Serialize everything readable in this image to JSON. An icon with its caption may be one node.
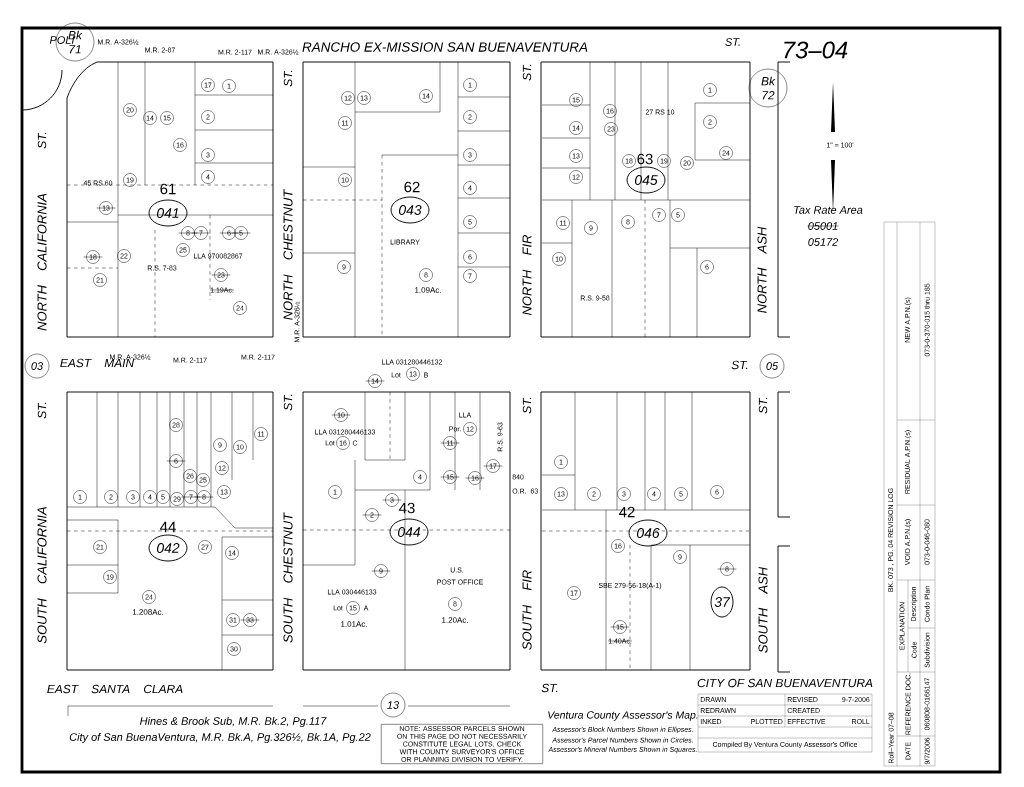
{
  "diagram": {
    "title": "RANCHO EX-MISSION SAN BUENAVENTURA",
    "nodes": [
      {
        "text": [
          "Bk 71"
        ]
      },
      {
        "text": [
          "Bk 72"
        ]
      },
      {
        "text": [
          "041"
        ],
        "beside": [
          "61"
        ]
      },
      {
        "text": [
          "20"
        ]
      },
      {
        "text": [
          "14"
        ]
      },
      {
        "text": [
          "15"
        ]
      },
      {
        "text": [
          "16"
        ]
      },
      {
        "text": [
          "17"
        ]
      },
      {
        "text": [
          "1"
        ]
      },
      {
        "text": [
          "2"
        ]
      },
      {
        "text": [
          "3"
        ]
      },
      {
        "text": [
          "4"
        ]
      },
      {
        "text": [
          "19"
        ]
      },
      {
        "text": [
          "13"
        ]
      },
      {
        "text": [
          "18"
        ]
      },
      {
        "text": [
          "22"
        ]
      },
      {
        "text": [
          "21"
        ]
      },
      {
        "text": [
          "25"
        ]
      },
      {
        "text": [
          "8"
        ]
      },
      {
        "text": [
          "7"
        ]
      },
      {
        "text": [
          "6"
        ]
      },
      {
        "text": [
          "5"
        ]
      },
      {
        "text": [
          "23"
        ]
      },
      {
        "text": [
          "24"
        ]
      },
      {
        "text": [
          "043"
        ],
        "beside": [
          "62"
        ]
      },
      {
        "text": [
          "12"
        ]
      },
      {
        "text": [
          "13"
        ]
      },
      {
        "text": [
          "14"
        ]
      },
      {
        "text": [
          "11"
        ]
      },
      {
        "text": [
          "10"
        ]
      },
      {
        "text": [
          "9"
        ]
      },
      {
        "text": [
          "1"
        ]
      },
      {
        "text": [
          "2"
        ]
      },
      {
        "text": [
          "3"
        ]
      },
      {
        "text": [
          "4"
        ]
      },
      {
        "text": [
          "5"
        ]
      },
      {
        "text": [
          "6"
        ]
      },
      {
        "text": [
          "7"
        ]
      },
      {
        "text": [
          "8"
        ]
      },
      {
        "text": [
          "045"
        ],
        "beside": [
          "63"
        ]
      },
      {
        "text": [
          "15"
        ]
      },
      {
        "text": [
          "16"
        ]
      },
      {
        "text": [
          "23"
        ]
      },
      {
        "text": [
          "14"
        ]
      },
      {
        "text": [
          "13"
        ]
      },
      {
        "text": [
          "12"
        ]
      },
      {
        "text": [
          "18"
        ]
      },
      {
        "text": [
          "19"
        ]
      },
      {
        "text": [
          "20"
        ]
      },
      {
        "text": [
          "1"
        ]
      },
      {
        "text": [
          "2"
        ]
      },
      {
        "text": [
          "24"
        ]
      },
      {
        "text": [
          "11"
        ]
      },
      {
        "text": [
          "9"
        ]
      },
      {
        "text": [
          "8"
        ]
      },
      {
        "text": [
          "7"
        ]
      },
      {
        "text": [
          "5"
        ]
      },
      {
        "text": [
          "10"
        ]
      },
      {
        "text": [
          "6"
        ]
      },
      {
        "text": [
          "03"
        ]
      },
      {
        "text": [
          "05"
        ]
      },
      {
        "text": [
          "042"
        ],
        "beside": [
          "44"
        ]
      },
      {
        "text": [
          "28"
        ]
      },
      {
        "text": [
          "11"
        ]
      },
      {
        "text": [
          "9"
        ]
      },
      {
        "text": [
          "10"
        ]
      },
      {
        "text": [
          "6"
        ]
      },
      {
        "text": [
          "26"
        ]
      },
      {
        "text": [
          "25"
        ]
      },
      {
        "text": [
          "12"
        ]
      },
      {
        "text": [
          "13"
        ]
      },
      {
        "text": [
          "1"
        ]
      },
      {
        "text": [
          "2"
        ]
      },
      {
        "text": [
          "3"
        ]
      },
      {
        "text": [
          "4"
        ]
      },
      {
        "text": [
          "5"
        ]
      },
      {
        "text": [
          "29"
        ]
      },
      {
        "text": [
          "7"
        ]
      },
      {
        "text": [
          "8"
        ]
      },
      {
        "text": [
          "21"
        ]
      },
      {
        "text": [
          "27"
        ]
      },
      {
        "text": [
          "14"
        ]
      },
      {
        "text": [
          "19"
        ]
      },
      {
        "text": [
          "24"
        ]
      },
      {
        "text": [
          "31"
        ]
      },
      {
        "text": [
          "33"
        ]
      },
      {
        "text": [
          "30"
        ]
      },
      {
        "text": [
          "044"
        ],
        "beside": [
          "43"
        ]
      },
      {
        "text": [
          "14"
        ]
      },
      {
        "text": [
          "13"
        ]
      },
      {
        "text": [
          "10"
        ]
      },
      {
        "text": [
          "16"
        ]
      },
      {
        "text": [
          "12"
        ]
      },
      {
        "text": [
          "11"
        ]
      },
      {
        "text": [
          "17"
        ]
      },
      {
        "text": [
          "4"
        ]
      },
      {
        "text": [
          "15"
        ]
      },
      {
        "text": [
          "16"
        ]
      },
      {
        "text": [
          "1"
        ]
      },
      {
        "text": [
          "3"
        ]
      },
      {
        "text": [
          "2"
        ]
      },
      {
        "text": [
          "9"
        ]
      },
      {
        "text": [
          "15"
        ]
      },
      {
        "text": [
          "8"
        ]
      },
      {
        "text": [
          "046"
        ],
        "beside": [
          "42"
        ]
      },
      {
        "text": [
          "1"
        ]
      },
      {
        "text": [
          "13"
        ]
      },
      {
        "text": [
          "2"
        ]
      },
      {
        "text": [
          "3"
        ]
      },
      {
        "text": [
          "4"
        ]
      },
      {
        "text": [
          "5"
        ]
      },
      {
        "text": [
          "6"
        ]
      },
      {
        "text": [
          "16"
        ]
      },
      {
        "text": [
          "9"
        ]
      },
      {
        "text": [
          "8"
        ]
      },
      {
        "text": [
          "37"
        ]
      },
      {
        "text": [
          "17"
        ]
      },
      {
        "text": [
          "15"
        ]
      },
      {
        "text": [
          "13"
        ]
      },
      {
        "text": [
          "NOTE: ASSESSOR PARCELS SHOWN ON THIS PAGE DO NOT NECESSARILY CONSTITUTE LEGAL LOTS. CHECK WITH COUNTY SURVEYOR'S OFFICE OR PLANNING DIVISION TO VERIFY."
        ]
      }
    ],
    "labels": [
      "POLI",
      "ST.",
      "73–04",
      "M.R. A-326½",
      "M.R. 2-87",
      "M.R. 2-117",
      "M.R. A-326½",
      "ST.",
      "NORTH CALIFORNIA",
      "ST.",
      "NORTH CHESTNUT",
      "ST.",
      "NORTH FIR",
      "NORTH ASH",
      "45 RS 60",
      "R.S. 7-83",
      "LLA 970082867",
      "1.19Ac.",
      "LIBRARY",
      "1.09Ac.",
      "27 RS 10",
      "R.S. 9-58",
      "1\" = 100'",
      "Tax Rate Area",
      "05001",
      "05172",
      "EAST MAIN",
      "M.R. A-326½",
      "M.R. 2-117",
      "M.R. 2-117",
      "M.R. A-326½",
      "ST.",
      "LLA 031280446132",
      "Lot",
      "B",
      "ST.",
      "SOUTH CALIFORNIA",
      "ST.",
      "SOUTH CHESTNUT",
      "ST.",
      "SOUTH FIR",
      "ST.",
      "SOUTH ASH",
      "LLA 031280446133",
      "Lot",
      "C",
      "LLA",
      "Por.",
      "R.S. 9-63",
      "840 O.R. 63",
      "1.208Ac.",
      "LLA 030446133",
      "Lot",
      "A",
      "1.01Ac.",
      "U.S.",
      "POST OFFICE",
      "1.20Ac.",
      "SBE 279-56-18(A-1)",
      "1.40Ac.",
      "EAST SANTA CLARA",
      "ST.",
      "CITY OF SAN BUENAVENTURA",
      "Hines & Brook Sub, M.R. Bk.2, Pg.117",
      "City of San BuenaVentura, M.R. Bk.A, Pg.326½, Bk.1A, Pg.22",
      "Ventura County Assessor's Map.",
      "Assessor's Block Numbers Shown in Ellipses.",
      "Assessor's Parcel Numbers Shown in Circles.",
      "Assessor's Mineral Numbers Shown in Squares.",
      "DRAWN",
      "REVISED",
      "9-7-2006",
      "REDRAWN",
      "CREATED",
      "INKED",
      "PLOTTED",
      "EFFECTIVE",
      "ROLL",
      "Compiled By Ventura County Assessor's Office",
      "Roll–Year 07–08",
      "BK. 073 , PG. 04 REVISION LOG",
      "DATE",
      "REFERENCE DOC.",
      "EXPLANATION",
      "Code",
      "Description",
      "VOID A.P.N.(s)",
      "RESIDUAL A.P.N.(s)",
      "NEW A.P.N.(s)",
      "9/7/2006",
      "060808-0166147",
      "Subdivision",
      "Condo Plan",
      "073-0-046-080",
      "073-0-370-015 thru 185"
    ]
  }
}
